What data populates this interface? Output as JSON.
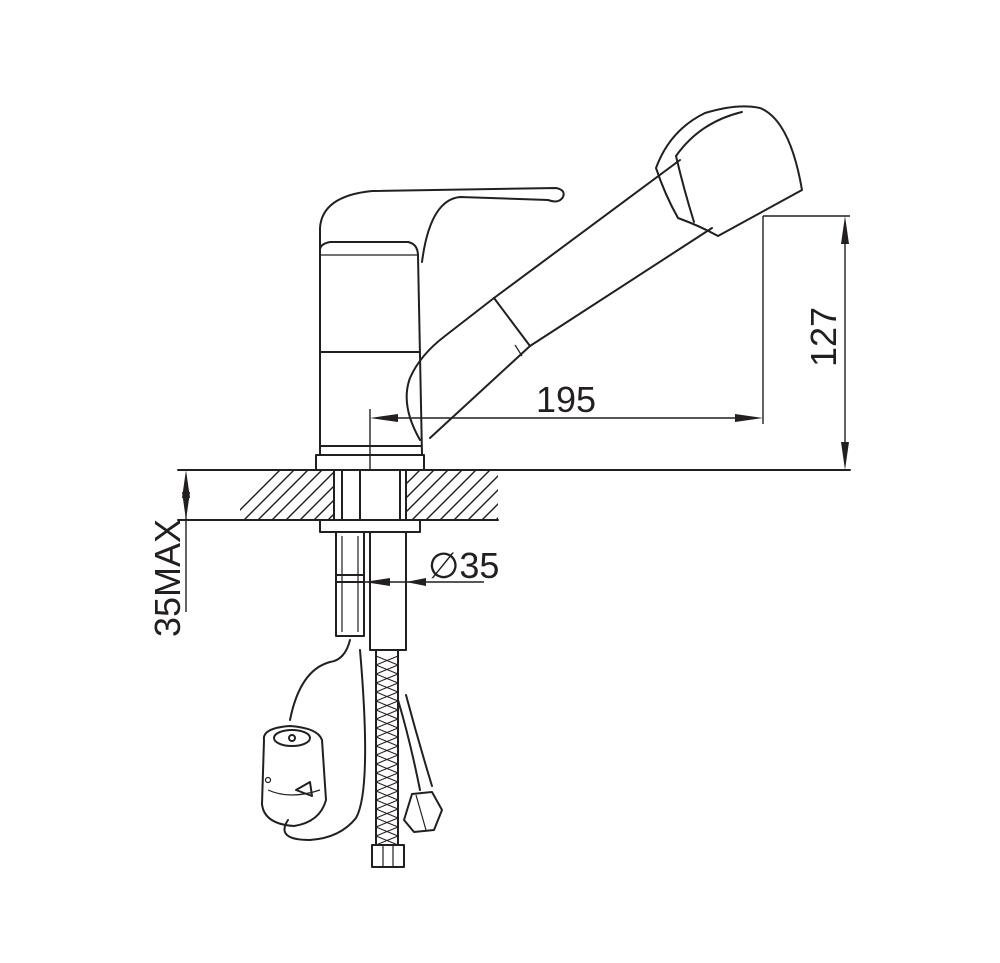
{
  "dimensions": {
    "spout_reach": "195",
    "spout_height": "127",
    "max_counter_thickness": "35MAX",
    "hole_diameter": "∅35"
  }
}
